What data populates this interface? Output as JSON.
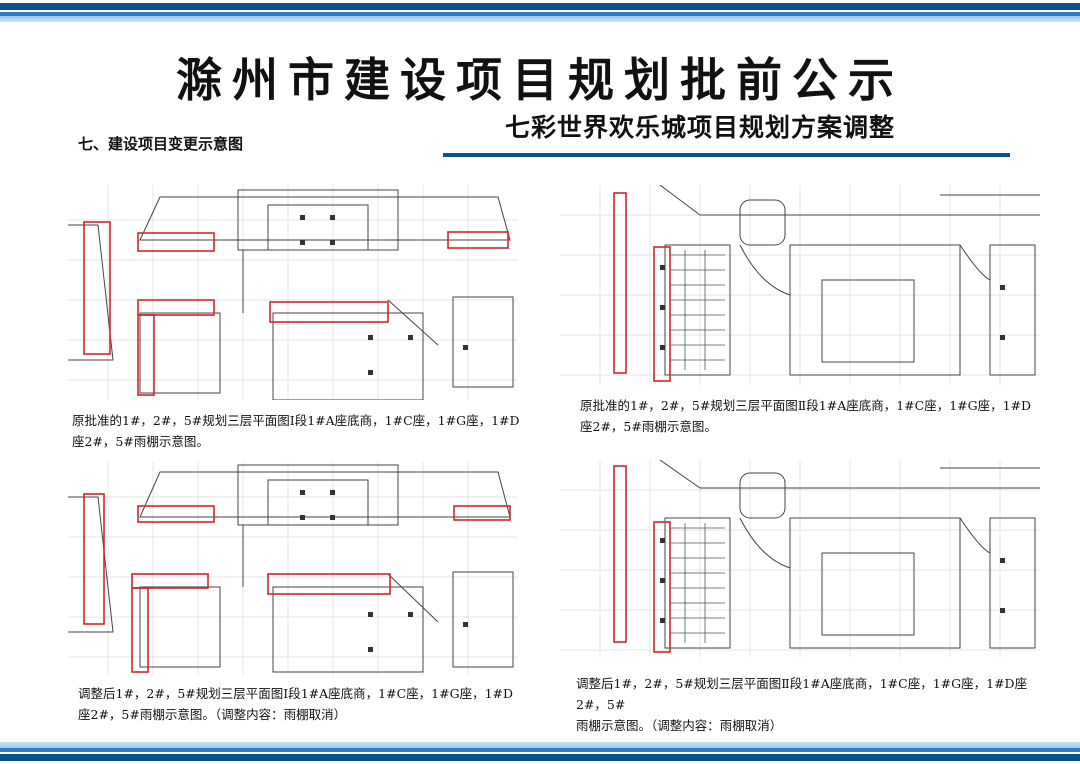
{
  "header": {
    "main_title": "滁州市建设项目规划批前公示",
    "sub_title": "七彩世界欢乐城项目规划方案调整",
    "section_label": "七、建设项目变更示意图"
  },
  "panels": {
    "tl_caption_1": "原批准的1#，2#，5#规划三层平面图Ⅰ段1#A座底商，1#C座，1#G座，1#D",
    "tl_caption_2": "座2#，5#雨棚示意图。",
    "tr_caption_1": "原批准的1#，2#，5#规划三层平面图Ⅱ段1#A座底商，1#C座，1#G座，1#D",
    "tr_caption_2": "座2#，5#雨棚示意图。",
    "bl_caption_1": "调整后1#，2#，5#规划三层平面图Ⅰ段1#A座底商，1#C座，1#G座，1#D",
    "bl_caption_2": "座2#，5#雨棚示意图。（调整内容：雨棚取消）",
    "br_caption_1": "调整后1#，2#，5#规划三层平面图Ⅱ段1#A座底商，1#C座，1#G座，1#D座2#，5#",
    "br_caption_2": "雨棚示意图。（调整内容：雨棚取消）"
  },
  "colors": {
    "brand_blue": "#0d4f8f",
    "highlight_red": "#d0282a"
  }
}
